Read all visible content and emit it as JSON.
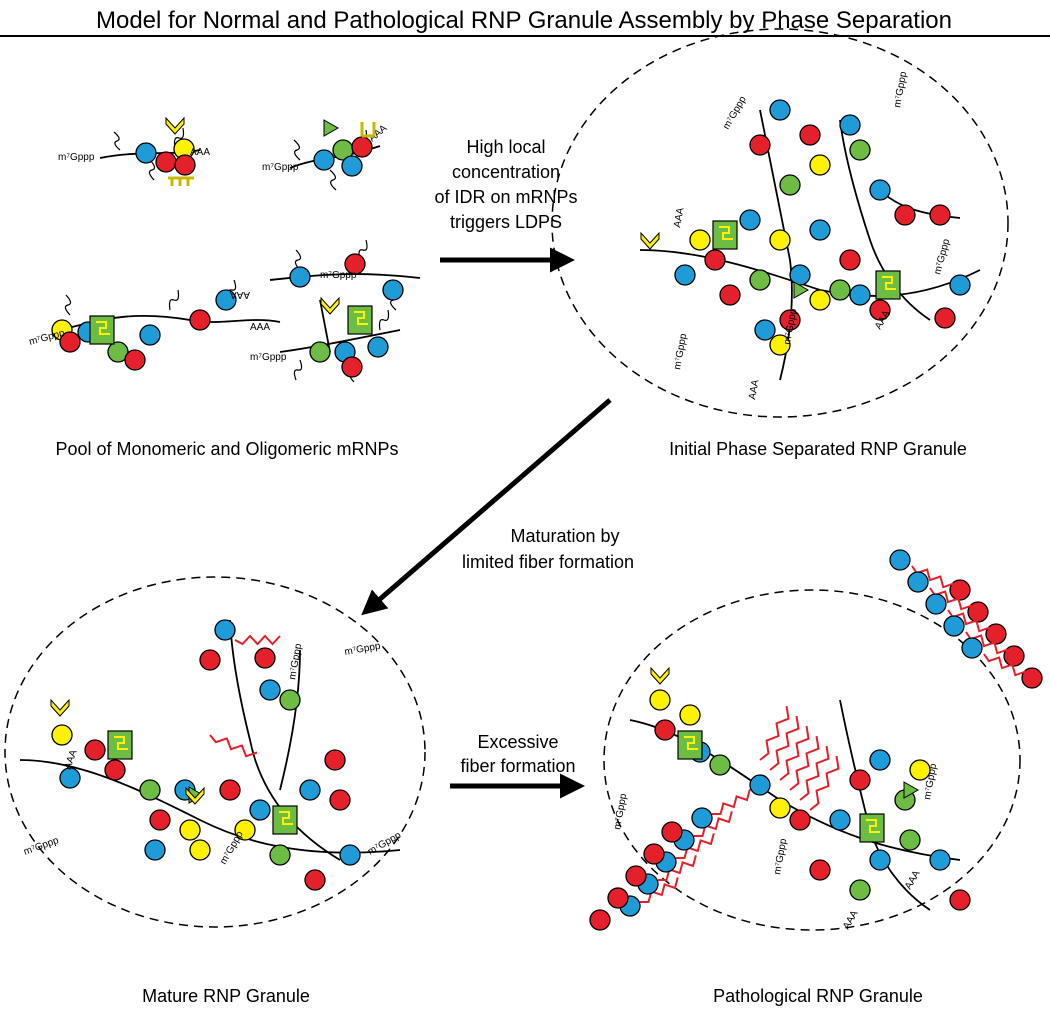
{
  "title": "Model for Normal and Pathological RNP Granule Assembly by Phase Separation",
  "captions": {
    "pool": "Pool of Monomeric  and Oligomeric mRNPs",
    "initial": "Initial Phase Separated RNP Granule",
    "mature": "Mature RNP Granule",
    "pathological": "Pathological RNP Granule"
  },
  "steps": {
    "s1": [
      "High local",
      "concentration",
      "of IDR on mRNPs",
      "triggers LDPS"
    ],
    "s2": [
      "Maturation by",
      "limited fiber formation"
    ],
    "s3": [
      "Excessive",
      "fiber formation"
    ]
  },
  "mrna_labels": {
    "cap": "m⁷Gppp",
    "tail": "AAA"
  },
  "colors": {
    "red": "#e4202a",
    "blue": "#1f9bd8",
    "yellow": "#fff200",
    "green": "#6dbd45",
    "fiber": "#e4202a",
    "line": "#000000"
  }
}
